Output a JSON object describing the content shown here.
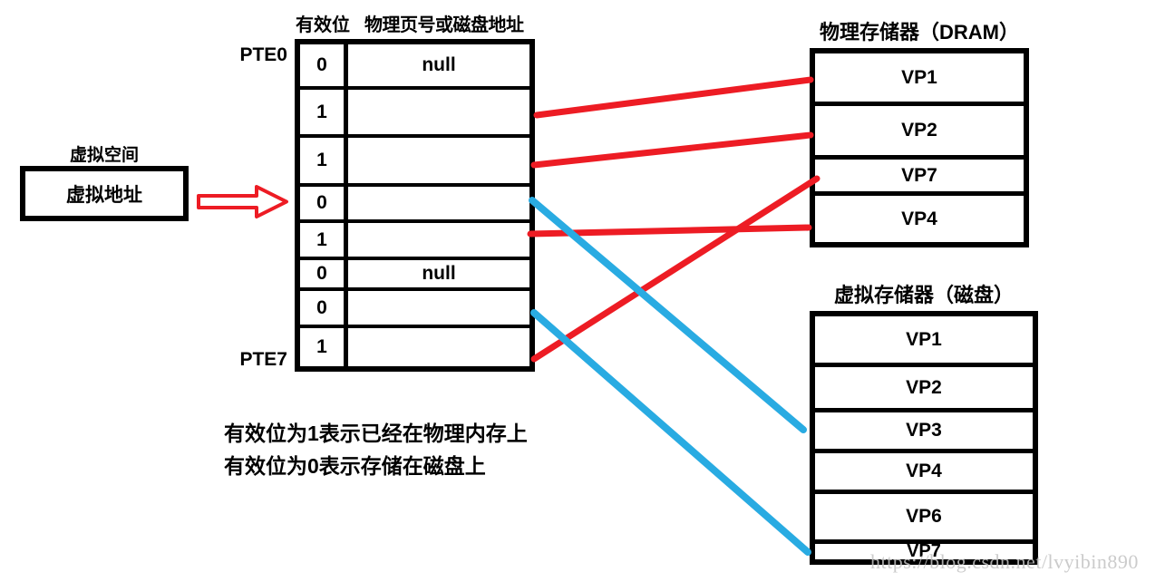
{
  "virtual_space": {
    "title": "虚拟空间",
    "box_label": "虚拟地址"
  },
  "page_table": {
    "header_valid": "有效位",
    "header_data": "物理页号或磁盘地址",
    "first_label": "PTE0",
    "last_label": "PTE7",
    "rows": [
      {
        "valid": "0",
        "data": "null"
      },
      {
        "valid": "1",
        "data": ""
      },
      {
        "valid": "1",
        "data": ""
      },
      {
        "valid": "0",
        "data": ""
      },
      {
        "valid": "1",
        "data": ""
      },
      {
        "valid": "0",
        "data": "null"
      },
      {
        "valid": "0",
        "data": ""
      },
      {
        "valid": "1",
        "data": ""
      }
    ]
  },
  "dram": {
    "title": "物理存储器（DRAM）",
    "entries": [
      "VP1",
      "VP2",
      "VP7",
      "VP4"
    ]
  },
  "disk": {
    "title": "虚拟存储器（磁盘）",
    "entries": [
      "VP1",
      "VP2",
      "VP3",
      "VP4",
      "VP6",
      "VP7"
    ]
  },
  "notes": [
    "有效位为1表示已经在物理内存上",
    "有效位为0表示存储在磁盘上"
  ],
  "watermark": "https://blog.csdn.net/lvyibin890",
  "colors": {
    "line_red": "#ed1c24",
    "line_blue": "#29abe2",
    "ink": "#000000",
    "watermark_gray": "#c3c3c3"
  },
  "connections": [
    {
      "from": "PTE1 (valid=1)",
      "to": "DRAM VP1",
      "color": "red"
    },
    {
      "from": "PTE2 (valid=1)",
      "to": "DRAM VP2",
      "color": "red"
    },
    {
      "from": "PTE4 (valid=1)",
      "to": "DRAM VP4",
      "color": "red"
    },
    {
      "from": "PTE7 (valid=1)",
      "to": "DRAM VP7",
      "color": "red"
    },
    {
      "from": "PTE3 (valid=0)",
      "to": "Disk VP3",
      "color": "blue"
    },
    {
      "from": "PTE6 (valid=0)",
      "to": "Disk VP7",
      "color": "blue"
    }
  ]
}
